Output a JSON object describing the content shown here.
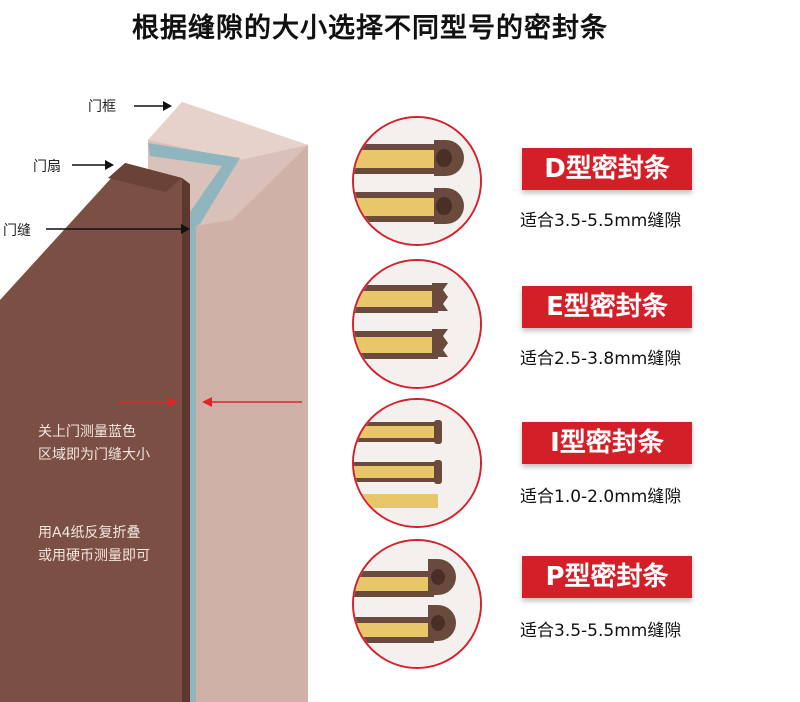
{
  "title": "根据缝隙的大小选择不同型号的密封条",
  "labels": {
    "frame": "门框",
    "leaf": "门扇",
    "gap": "门缝"
  },
  "notes": [
    "关上门测量蓝色",
    "区域即为门缝大小",
    "用A4纸反复折叠",
    "或用硬币测量即可"
  ],
  "strips": [
    {
      "name": "D型密封条",
      "spec": "适合3.5-5.5mm缝隙",
      "profile": "D"
    },
    {
      "name": "E型密封条",
      "spec": "适合2.5-3.8mm缝隙",
      "profile": "E"
    },
    {
      "name": "I型密封条",
      "spec": "适合1.0-2.0mm缝隙",
      "profile": "I"
    },
    {
      "name": "P型密封条",
      "spec": "适合3.5-5.5mm缝隙",
      "profile": "P"
    }
  ],
  "colors": {
    "door_leaf": "#7b4f43",
    "frame": "#dcc3bb",
    "gap_blue": "#8fb6bf",
    "rubber": "#6b4a3e",
    "adhesive": "#e8c66a",
    "accent_red": "#d41f28"
  }
}
